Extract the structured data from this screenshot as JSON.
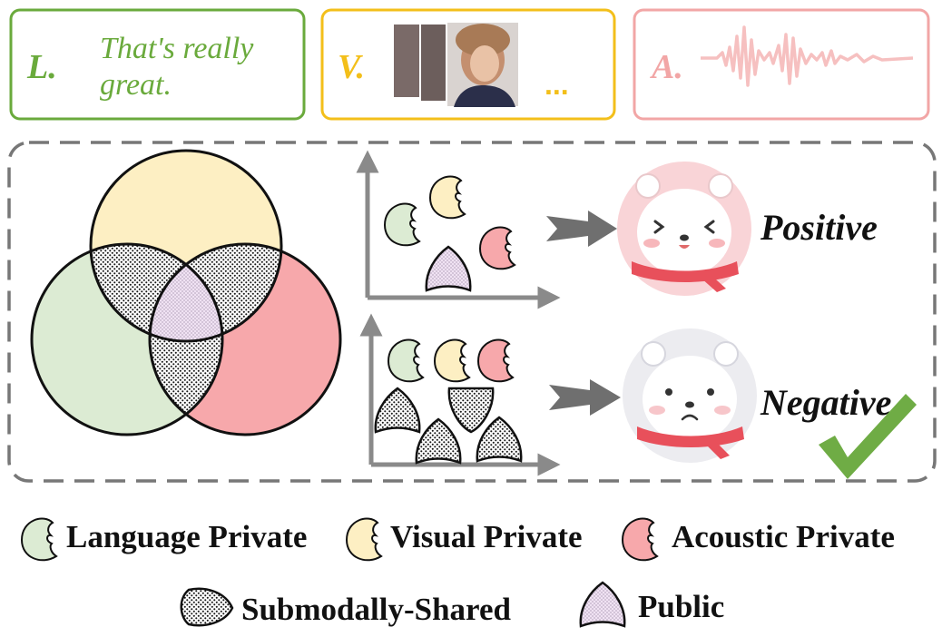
{
  "modalities": {
    "language": {
      "tag": "L.",
      "text_line1": "That's really",
      "text_line2": "great.",
      "color": "#6aaa3c"
    },
    "visual": {
      "tag": "V.",
      "ellipsis": "...",
      "color": "#f3bf1a"
    },
    "acoustic": {
      "tag": "A.",
      "color": "#f2a6a6"
    }
  },
  "outcomes": {
    "positive": "Positive",
    "negative": "Negative"
  },
  "legend": {
    "language_private": "Language Private",
    "visual_private": "Visual Private",
    "acoustic_private": "Acoustic Private",
    "submodally_shared": "Submodally-Shared",
    "public": "Public"
  },
  "colors": {
    "language_fill": "#dcebd3",
    "visual_fill": "#fdefc3",
    "acoustic_fill": "#f7a8ab",
    "public_fill": "#ecdcf0",
    "arrow_gray": "#6f6f6f",
    "check_green": "#6fac45"
  },
  "icons": [
    "bear-positive-icon",
    "bear-negative-icon",
    "checkmark-icon",
    "video-frames",
    "waveform-icon"
  ]
}
